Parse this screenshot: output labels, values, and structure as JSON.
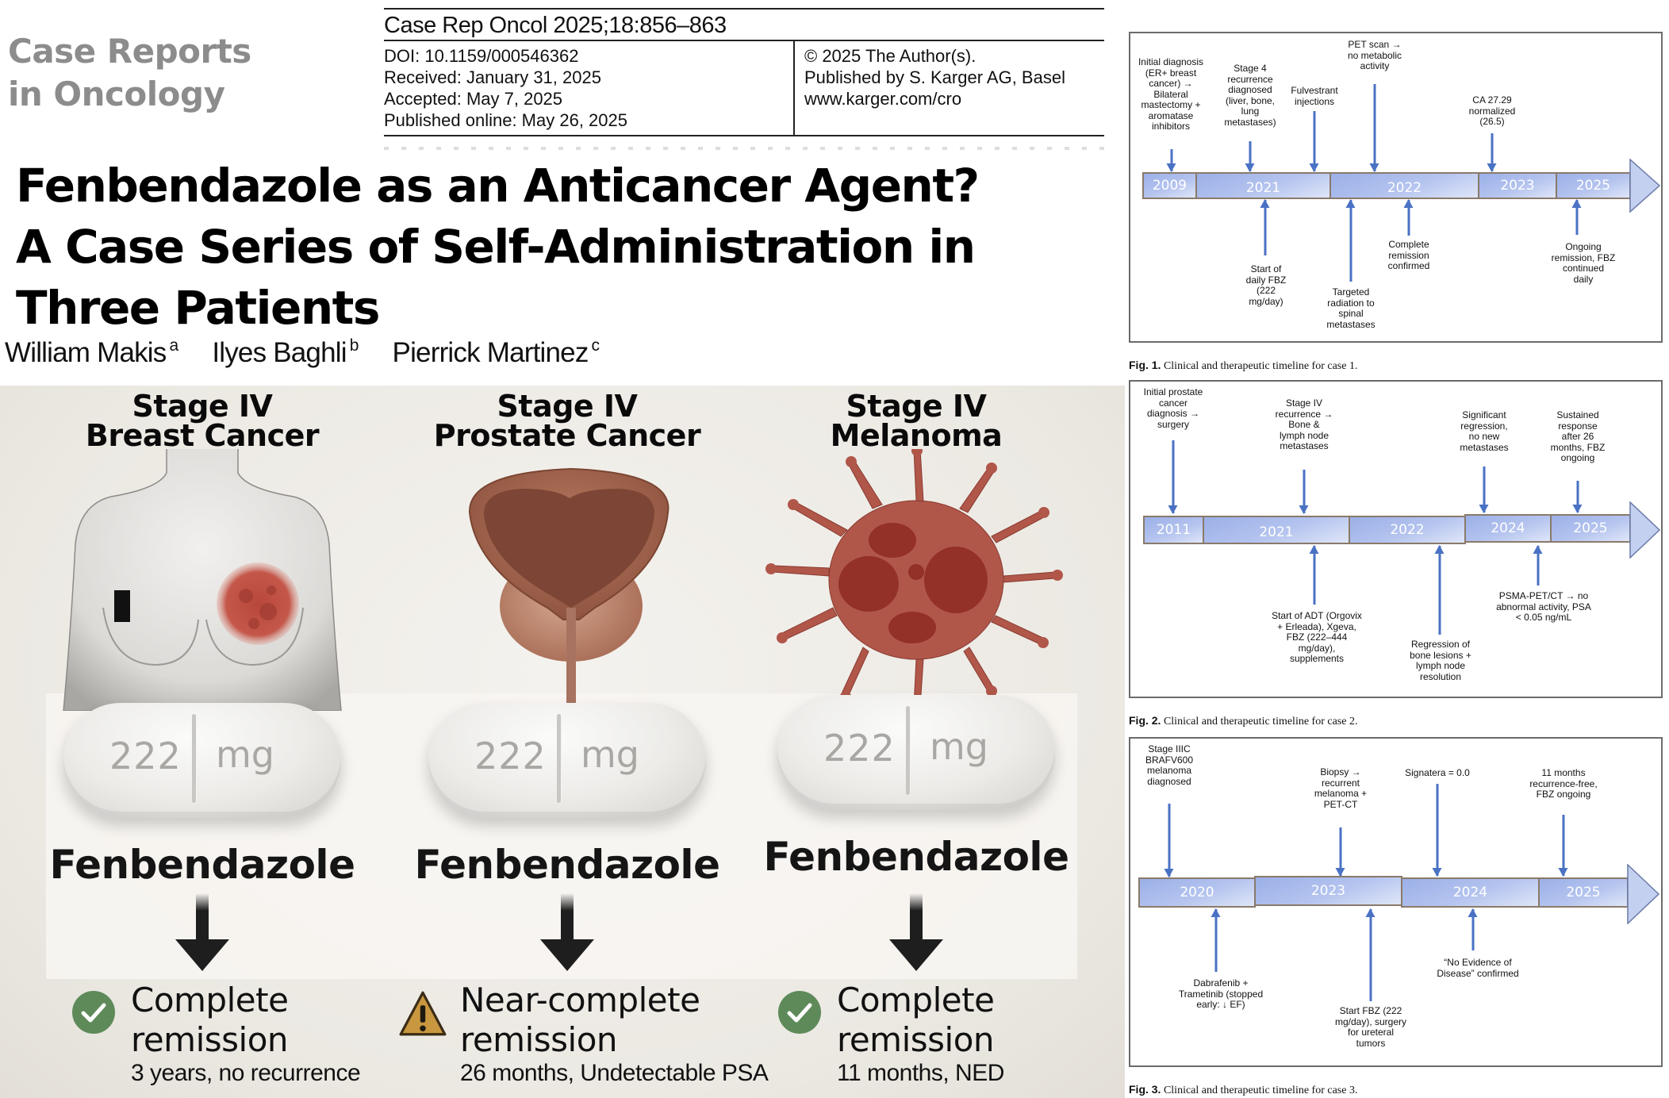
{
  "journal_logo": {
    "line1": "Case Reports",
    "line2": "in Oncology"
  },
  "header": {
    "citation": "Case Rep Oncol 2025;18:856–863",
    "doi": "DOI: 10.1159/000546362",
    "received": "Received: January 31, 2025",
    "accepted": "Accepted: May 7, 2025",
    "published": "Published online: May 26, 2025",
    "copyright": "© 2025 The Author(s).",
    "publisher": "Published by S. Karger AG, Basel",
    "website": "www.karger.com/cro"
  },
  "title": {
    "line1": "Fenbendazole as an Anticancer Agent?",
    "line2": "A Case Series of Self-Administration in",
    "line3": "Three Patients"
  },
  "authors": [
    {
      "name": "William Makis",
      "affil": "a"
    },
    {
      "name": "Ilyes Baghli",
      "affil": "b"
    },
    {
      "name": "Pierrick Martinez",
      "affil": "c"
    }
  ],
  "infographic": {
    "colors": {
      "background": "#ece9e3",
      "check_green": "#5e8a5a",
      "warning_amber": "#c9973f",
      "arrow": "#1e1e1e"
    },
    "cases": [
      {
        "stage_line1": "Stage IV",
        "stage_line2": "Breast Cancer",
        "illustration": "breast-torso-illustration",
        "pill_dose": "222",
        "pill_unit": "mg",
        "drug": "Fenbendazole",
        "status_icon": "check-circle-icon",
        "outcome_line1": "Complete",
        "outcome_line2": "remission",
        "detail": "3 years, no recurrence"
      },
      {
        "stage_line1": "Stage IV",
        "stage_line2": "Prostate Cancer",
        "illustration": "prostate-illustration",
        "pill_dose": "222",
        "pill_unit": "mg",
        "drug": "Fenbendazole",
        "status_icon": "warning-triangle-icon",
        "outcome_line1": "Near-complete",
        "outcome_line2": "remission",
        "detail": "26 months, Undetectable PSA"
      },
      {
        "stage_line1": "Stage IV",
        "stage_line2": "Melanoma",
        "illustration": "melanoma-cell-illustration",
        "pill_dose": "222",
        "pill_unit": "mg",
        "drug": "Fenbendazole",
        "status_icon": "check-circle-icon",
        "outcome_line1": "Complete",
        "outcome_line2": "remission",
        "detail": "11 months, NED"
      }
    ]
  },
  "figures": [
    {
      "caption_label": "Fig. 1.",
      "caption_text": "Clinical and therapeutic timeline for case 1.",
      "years": [
        "2009",
        "2021",
        "2022",
        "2023",
        "2025"
      ],
      "above": [
        "Initial diagnosis\n(ER+ breast\ncancer) →\nBilateral\nmastectomy +\naromatase\ninhibitors",
        "Stage 4\nrecurrence\ndiagnosed\n(liver, bone,\nlung\nmetastases)",
        "Fulvestrant\ninjections",
        "PET scan →\nno metabolic\nactivity",
        "CA 27.29\nnormalized\n(26.5)"
      ],
      "below": [
        "Start of\ndaily FBZ\n(222\nmg/day)",
        "Targeted\nradiation to\nspinal\nmetastases",
        "Complete\nremission\nconfirmed",
        "Ongoing\nremission, FBZ\ncontinued\ndaily"
      ]
    },
    {
      "caption_label": "Fig. 2.",
      "caption_text": "Clinical and therapeutic timeline for case 2.",
      "years": [
        "2011",
        "2021",
        "2022",
        "2024",
        "2025"
      ],
      "above": [
        "Initial prostate\ncancer\ndiagnosis →\nsurgery",
        "Stage IV\nrecurrence →\nBone &\nlymph node\nmetastases",
        "Significant\nregression,\nno new\nmetastases",
        "Sustained\nresponse\nafter 26\nmonths, FBZ\nongoing"
      ],
      "below": [
        "Start of ADT (Orgovix\n+ Erleada), Xgeva,\nFBZ (222–444\nmg/day),\nsupplements",
        "Regression of\nbone lesions +\nlymph node\nresolution",
        "PSMA-PET/CT → no\nabnormal activity, PSA\n< 0.05 ng/mL"
      ]
    },
    {
      "caption_label": "Fig. 3.",
      "caption_text": "Clinical and therapeutic timeline for case 3.",
      "years": [
        "2020",
        "2023",
        "2024",
        "2025"
      ],
      "above": [
        "Stage IIIC\nBRAFV600\nmelanoma\ndiagnosed",
        "Biopsy →\nrecurrent\nmelanoma +\nPET-CT",
        "Signatera = 0.0",
        "11 months\nrecurrence-free,\nFBZ ongoing"
      ],
      "below": [
        "Dabrafenib +\nTrametinib (stopped\nearly: ↓ EF)",
        "Start FBZ (222\nmg/day), surgery\nfor ureteral\ntumors",
        "“No Evidence of\nDisease” confirmed"
      ]
    }
  ]
}
